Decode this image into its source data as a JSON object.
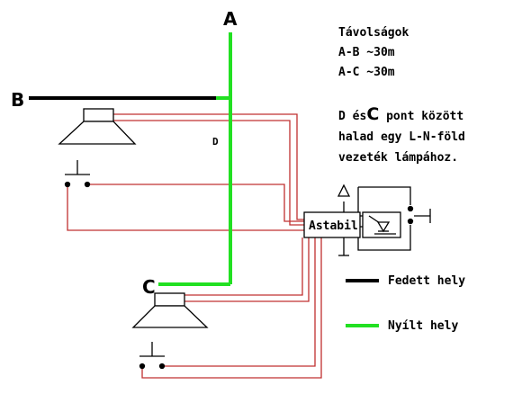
{
  "labels": {
    "a": "A",
    "b": "B",
    "c": "C",
    "d": "D"
  },
  "distances": {
    "title": "Távolságok",
    "ab": "A-B ~30m",
    "ac": "A-C ~30m"
  },
  "note": {
    "line1_prefix": "D és",
    "line1_c": "C",
    "line1_suffix": " pont között",
    "line2": "halad egy L-N-föld",
    "line3": "vezeték lámpához."
  },
  "device": {
    "label": "Astabil"
  },
  "legend": {
    "covered": "Fedett hely",
    "open": "Nyílt hely"
  },
  "colors": {
    "covered_line": "#000000",
    "open_line": "#22e022",
    "wire": "#c03030"
  }
}
